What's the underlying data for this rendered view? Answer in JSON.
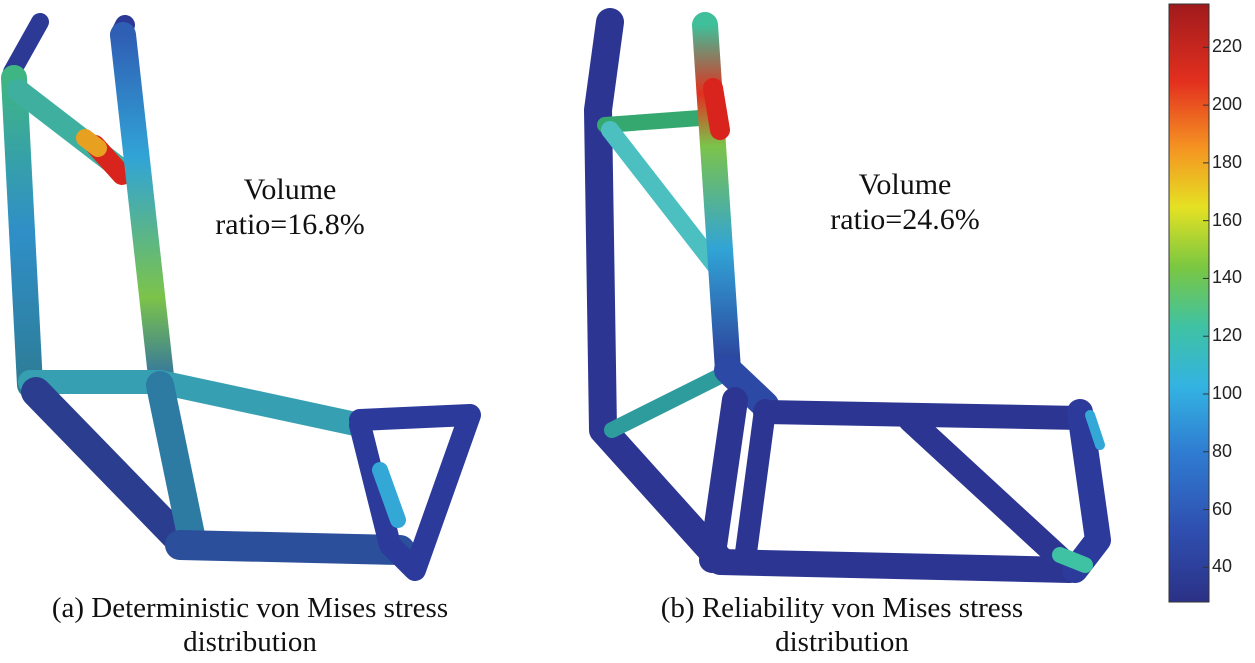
{
  "panel_a": {
    "volume_text_line1": "Volume",
    "volume_text_line2": "ratio=16.8%",
    "caption_line1": "(a) Deterministic von Mises stress",
    "caption_line2": "distribution"
  },
  "panel_b": {
    "volume_text_line1": "Volume",
    "volume_text_line2": "ratio=24.6%",
    "caption_line1": "(b) Reliability von Mises stress",
    "caption_line2": "distribution"
  },
  "colorbar": {
    "min": 28,
    "max": 235,
    "ticks": [
      40,
      60,
      80,
      100,
      120,
      140,
      160,
      180,
      200,
      220
    ],
    "tick_labels": [
      "40",
      "60",
      "80",
      "100",
      "120",
      "140",
      "160",
      "180",
      "200",
      "220"
    ],
    "colors": [
      "#2b3186",
      "#2f4fb0",
      "#2f7cd1",
      "#33b3e2",
      "#3fc2a4",
      "#7ac741",
      "#e5e123",
      "#f59322",
      "#e3301f",
      "#a01a1c"
    ]
  }
}
